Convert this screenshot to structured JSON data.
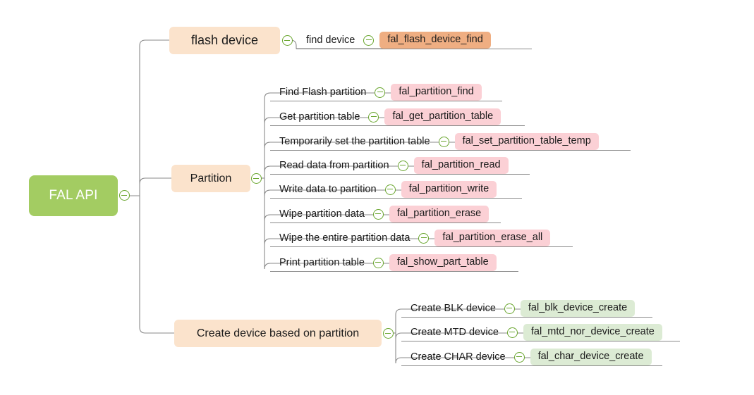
{
  "diagram": {
    "type": "mindmap",
    "title": "FAL API",
    "root": {
      "label": "FAL API",
      "color": "#a3cc62",
      "text_color": "#ffffff",
      "toggle_icon": "collapse-minus-icon"
    },
    "branches": [
      {
        "id": "flash-device",
        "label": "flash device",
        "color": "#fbe3cc",
        "toggle_icon": "collapse-minus-icon",
        "children": [
          {
            "label": "find device",
            "badge": "fal_flash_device_find",
            "badge_color": "#efae82",
            "toggle_icon": "collapse-minus-icon"
          }
        ]
      },
      {
        "id": "partition",
        "label": "Partition",
        "color": "#fbe3cc",
        "toggle_icon": "collapse-minus-icon",
        "children": [
          {
            "label": "Find Flash partition",
            "badge": "fal_partition_find",
            "badge_color": "#fbd0d5",
            "toggle_icon": "collapse-minus-icon"
          },
          {
            "label": "Get partition table",
            "badge": "fal_get_partition_table",
            "badge_color": "#fbd0d5",
            "toggle_icon": "collapse-minus-icon"
          },
          {
            "label": "Temporarily set the partition table",
            "badge": "fal_set_partition_table_temp",
            "badge_color": "#fbd0d5",
            "toggle_icon": "collapse-minus-icon"
          },
          {
            "label": "Read data from partition",
            "badge": "fal_partition_read",
            "badge_color": "#fbd0d5",
            "toggle_icon": "collapse-minus-icon"
          },
          {
            "label": "Write data to partition",
            "badge": "fal_partition_write",
            "badge_color": "#fbd0d5",
            "toggle_icon": "collapse-minus-icon"
          },
          {
            "label": "Wipe partition data",
            "badge": "fal_partition_erase",
            "badge_color": "#fbd0d5",
            "toggle_icon": "collapse-minus-icon"
          },
          {
            "label": "Wipe the entire partition data",
            "badge": "fal_partition_erase_all",
            "badge_color": "#fbd0d5",
            "toggle_icon": "collapse-minus-icon"
          },
          {
            "label": "Print partition table",
            "badge": "fal_show_part_table",
            "badge_color": "#fbd0d5",
            "toggle_icon": "collapse-minus-icon"
          }
        ]
      },
      {
        "id": "create-device",
        "label": "Create device based on partition",
        "color": "#fbe3cc",
        "toggle_icon": "collapse-minus-icon",
        "children": [
          {
            "label": "Create BLK device",
            "badge": "fal_blk_device_create",
            "badge_color": "#dcebd4",
            "toggle_icon": "collapse-minus-icon"
          },
          {
            "label": "Create MTD device",
            "badge": "fal_mtd_nor_device_create",
            "badge_color": "#dcebd4",
            "toggle_icon": "collapse-minus-icon"
          },
          {
            "label": "Create CHAR device",
            "badge": "fal_char_device_create",
            "badge_color": "#dcebd4",
            "toggle_icon": "collapse-minus-icon"
          }
        ]
      }
    ]
  }
}
